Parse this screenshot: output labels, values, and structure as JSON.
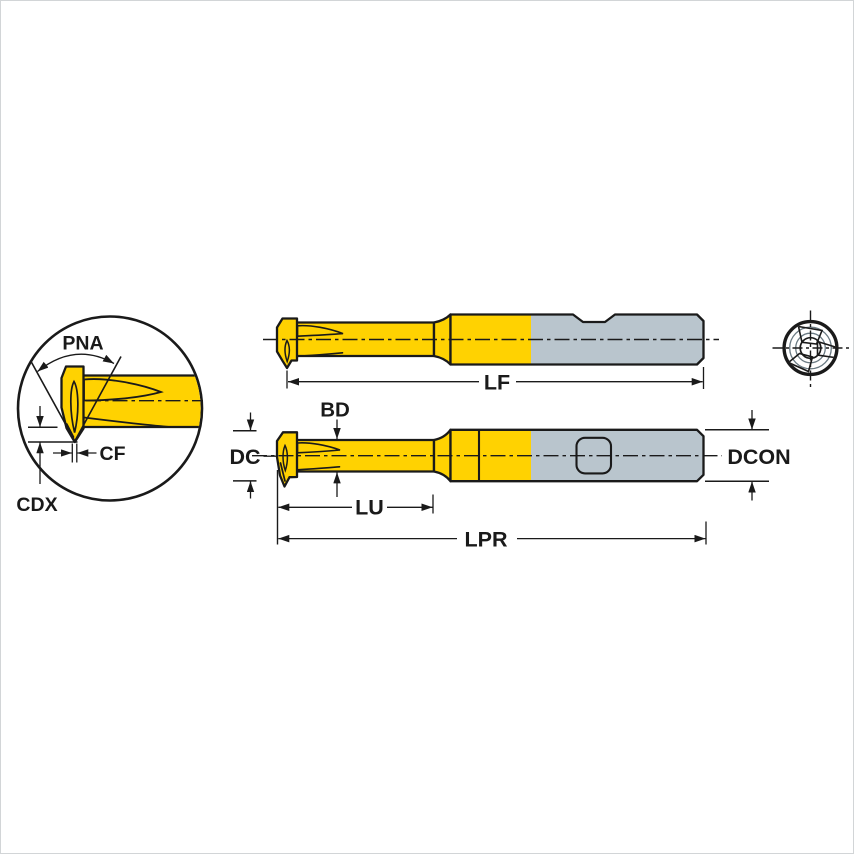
{
  "figure": {
    "kind": "tool-dimension-drawing",
    "views": {
      "detail": "magnified-cutting-head-detail",
      "upper": "side-view-with-overall-length",
      "lower": "side-view-with-usable-length",
      "end": "front-end-view"
    }
  },
  "labels": {
    "pna": "PNA",
    "cf": "CF",
    "cdx": "CDX",
    "lf": "LF",
    "bd": "BD",
    "dc": "DC",
    "lu": "LU",
    "lpr": "LPR",
    "dcon": "DCON"
  },
  "colors": {
    "tool_yellow": "#FFD201",
    "shank_gray": "#B9C5CD",
    "ink": "#1A1A1A",
    "flute_line": "#6A7A83",
    "background": "#FFFFFF"
  }
}
